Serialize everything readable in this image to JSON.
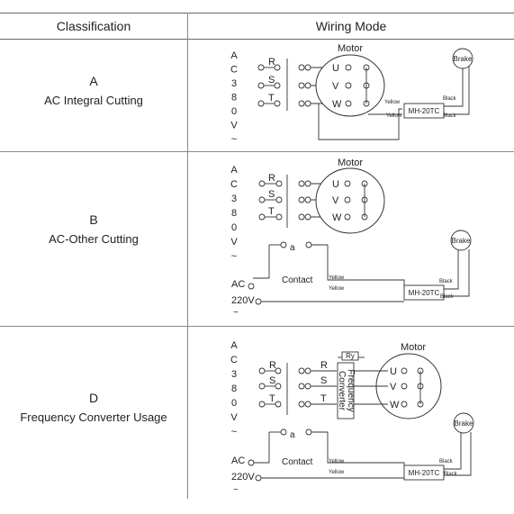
{
  "header": {
    "col1": "Classification",
    "col2": "Wiring Mode"
  },
  "rows": [
    {
      "letter": "A",
      "title": "AC Integral Cutting"
    },
    {
      "letter": "B",
      "title": "AC-Other Cutting"
    },
    {
      "letter": "D",
      "title": "Frequency Converter Usage"
    }
  ],
  "diagram": {
    "motor": "Motor",
    "brake": "Brake",
    "rectifier": "MH-20TC",
    "yellow": "Yellow",
    "black": "Black",
    "contact": "Contact",
    "contact_letter": "a",
    "ac_label": "AC",
    "v220_label": "220V",
    "supply_letters": [
      "A",
      "C",
      "3",
      "8",
      "0",
      "V",
      "~"
    ],
    "tilde": "~",
    "phases_in": [
      "R",
      "S",
      "T"
    ],
    "phases_motor": [
      "U",
      "V",
      "W"
    ],
    "converter_ry": "Ry",
    "converter_line1": "Frequency",
    "converter_line2": "Converter"
  }
}
